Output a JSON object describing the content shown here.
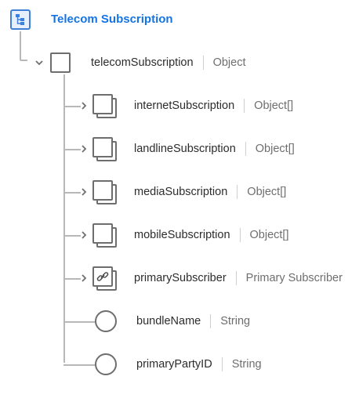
{
  "root": {
    "title": "Telecom Subscription",
    "icon": "schema-tree-icon"
  },
  "telecom": {
    "name": "telecomSubscription",
    "type": "Object"
  },
  "children": [
    {
      "name": "internetSubscription",
      "type": "Object[]",
      "icon": "object-array-icon",
      "expandable": true
    },
    {
      "name": "landlineSubscription",
      "type": "Object[]",
      "icon": "object-array-icon",
      "expandable": true
    },
    {
      "name": "mediaSubscription",
      "type": "Object[]",
      "icon": "object-array-icon",
      "expandable": true
    },
    {
      "name": "mobileSubscription",
      "type": "Object[]",
      "icon": "object-array-icon",
      "expandable": true
    },
    {
      "name": "primarySubscriber",
      "type": "Primary Subscriber",
      "icon": "link-icon",
      "expandable": true
    },
    {
      "name": "bundleName",
      "type": "String",
      "icon": "string-field-icon",
      "expandable": false
    },
    {
      "name": "primaryPartyID",
      "type": "String",
      "icon": "string-field-icon",
      "expandable": false
    }
  ],
  "colors": {
    "accent": "#1473e6",
    "line": "#b8b8b8",
    "icon_stroke": "#6e6e6e"
  }
}
